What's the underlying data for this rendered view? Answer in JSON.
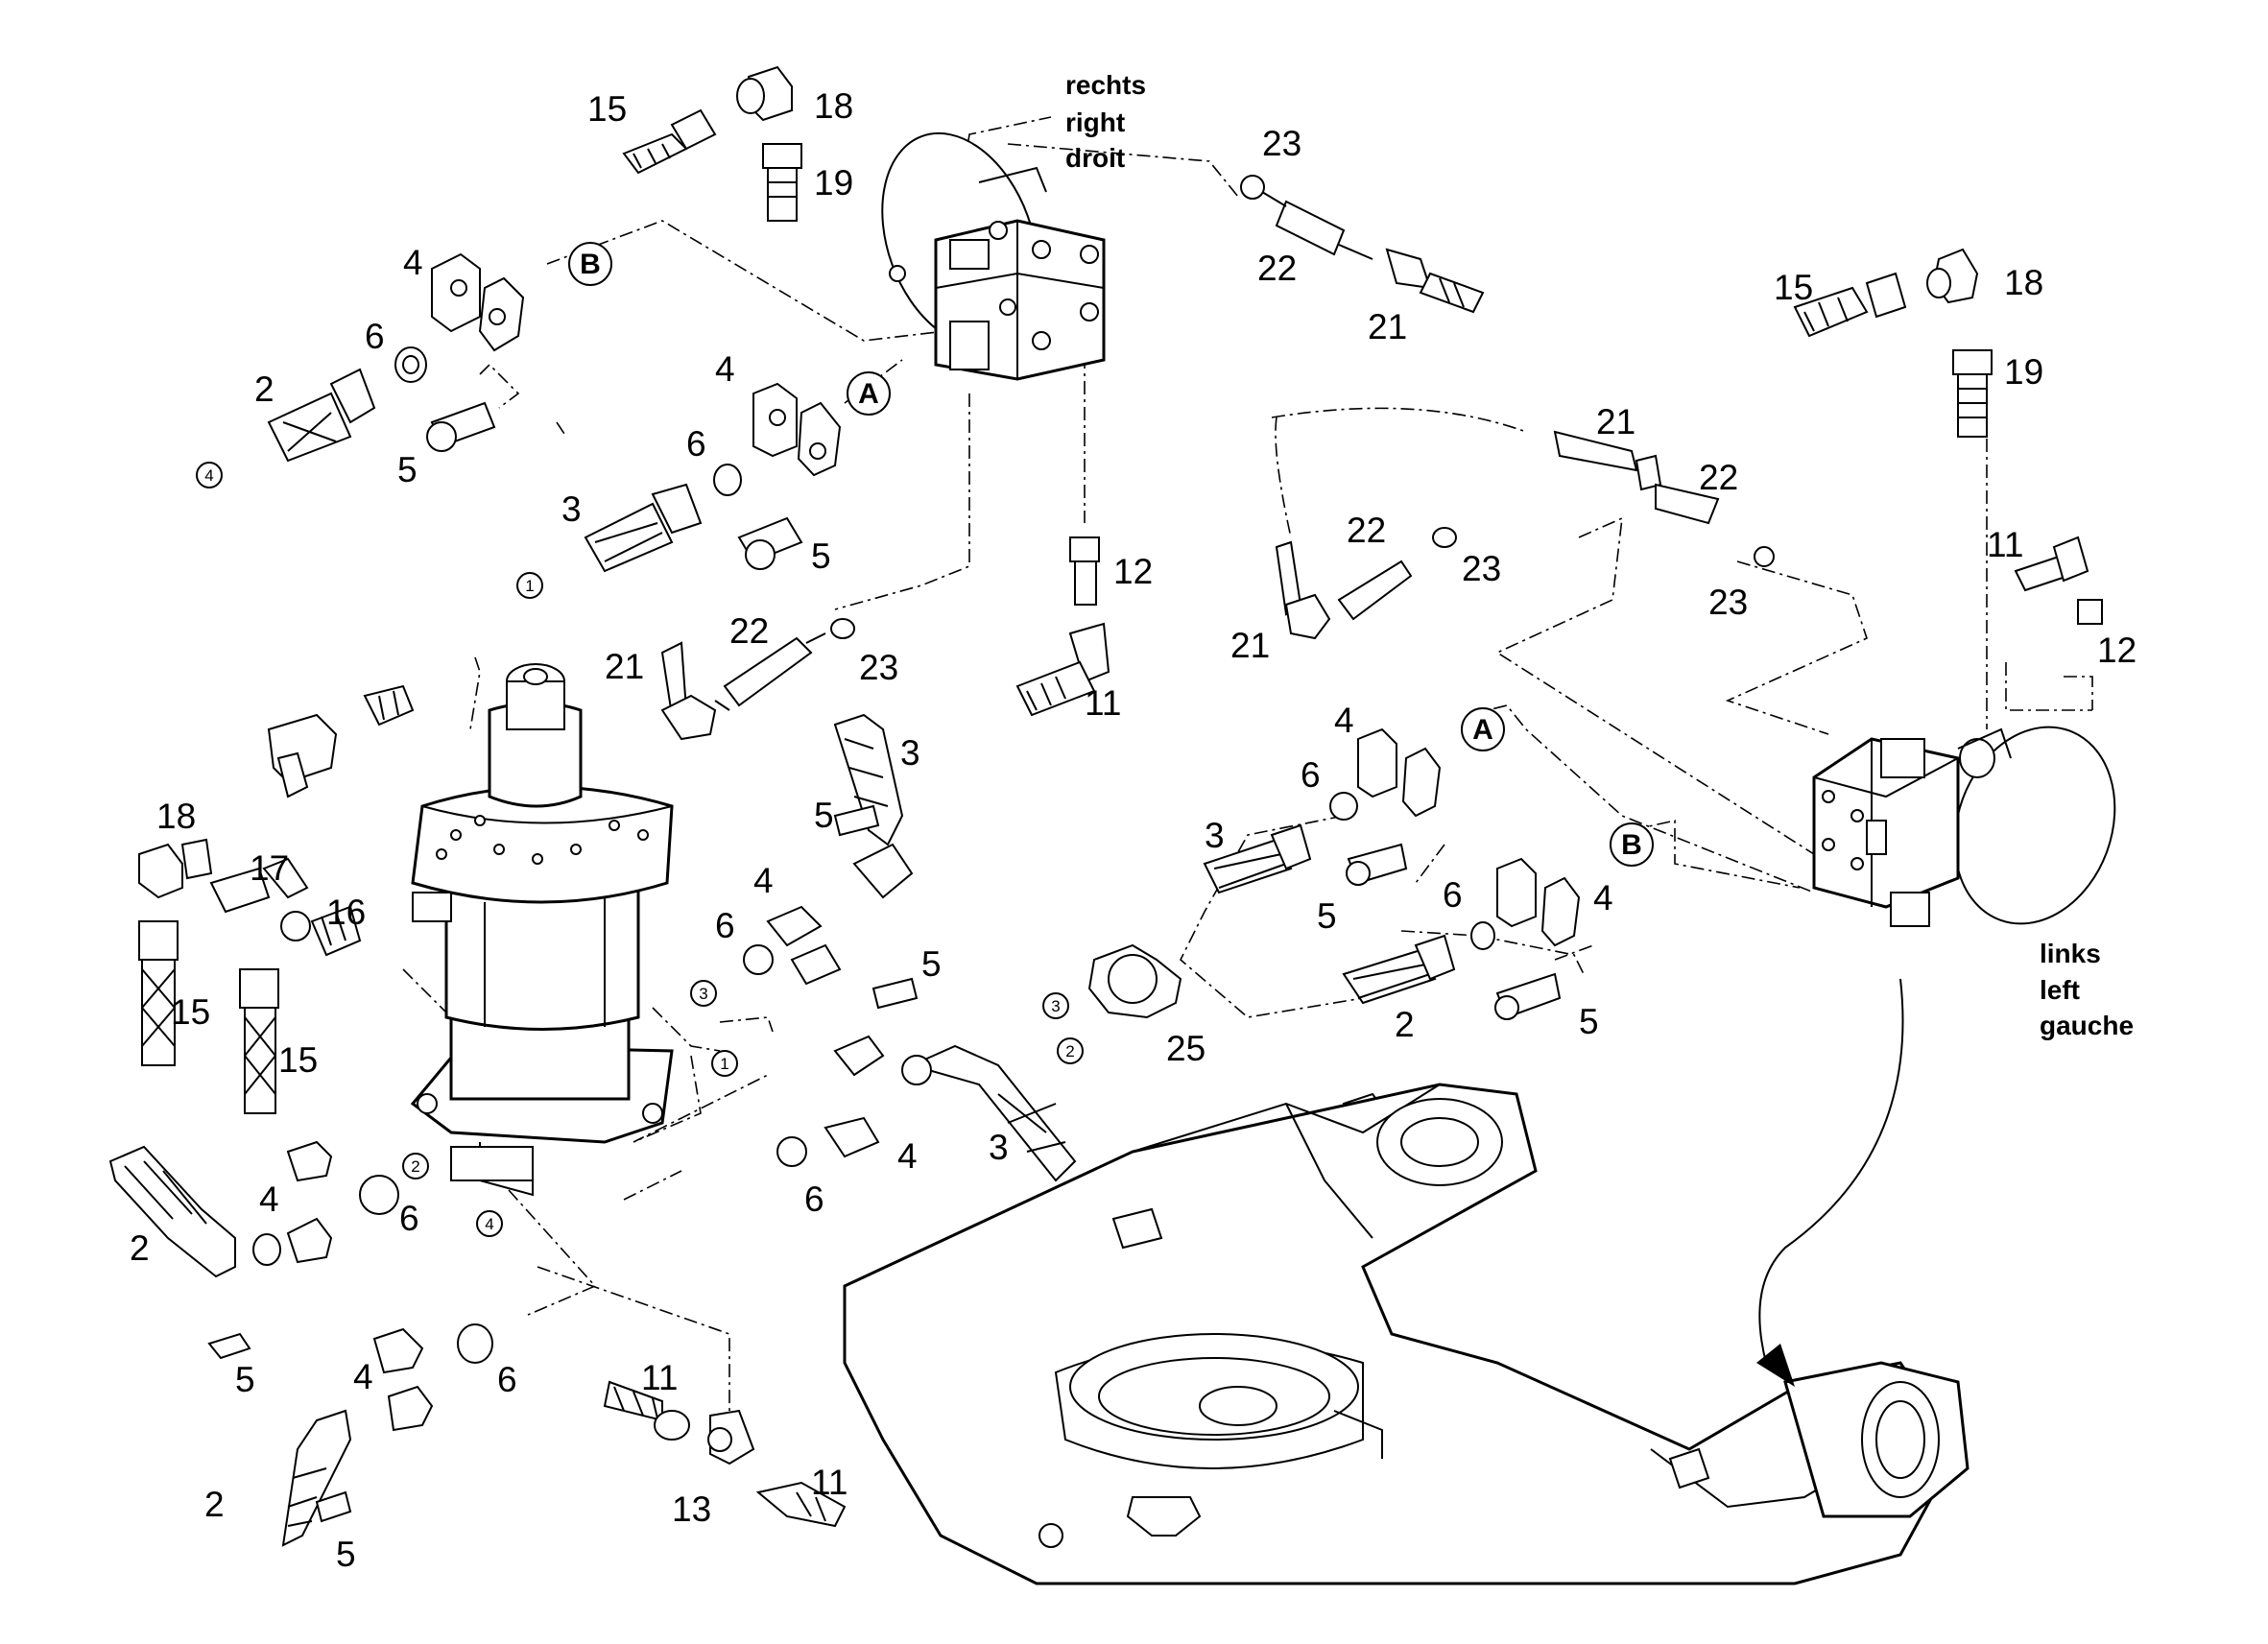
{
  "side_labels": {
    "right": [
      "rechts",
      "right",
      "droit"
    ],
    "left": [
      "links",
      "left",
      "gauche"
    ]
  },
  "connection_markers": {
    "A": "A",
    "B": "B"
  },
  "port_markers": [
    "1",
    "2",
    "3",
    "4"
  ],
  "part_numbers": {
    "n2": "2",
    "n3": "3",
    "n4": "4",
    "n5": "5",
    "n6": "6",
    "n11": "11",
    "n12": "12",
    "n13": "13",
    "n15": "15",
    "n16": "16",
    "n17": "17",
    "n18": "18",
    "n19": "19",
    "n21": "21",
    "n22": "22",
    "n23": "23",
    "n25": "25"
  }
}
